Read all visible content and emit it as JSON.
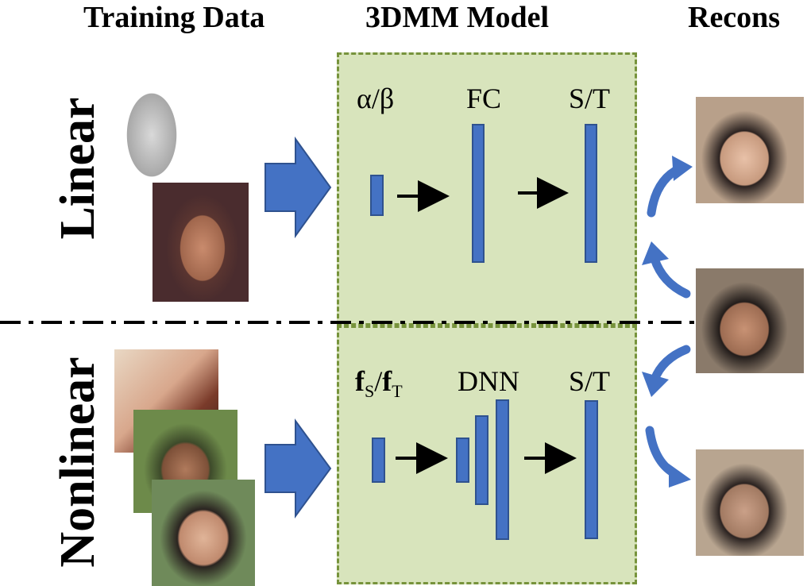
{
  "headers": {
    "training_data": "Training Data",
    "model": "3DMM Model",
    "reconstruction": "Recons"
  },
  "rows": {
    "linear": {
      "label": "Linear",
      "input": "α/β",
      "mid": "FC",
      "output": "S/T"
    },
    "nonlinear": {
      "label": "Nonlinear",
      "input_f": "f",
      "input_sub_s": "S",
      "input_sep": "/",
      "input_sub_t": "T",
      "mid": "DNN",
      "output": "S/T"
    }
  },
  "colors": {
    "bar_fill": "#4472c4",
    "box_fill": "#d8e4bc",
    "box_border": "#77933c",
    "arrow": "#4472c4"
  }
}
